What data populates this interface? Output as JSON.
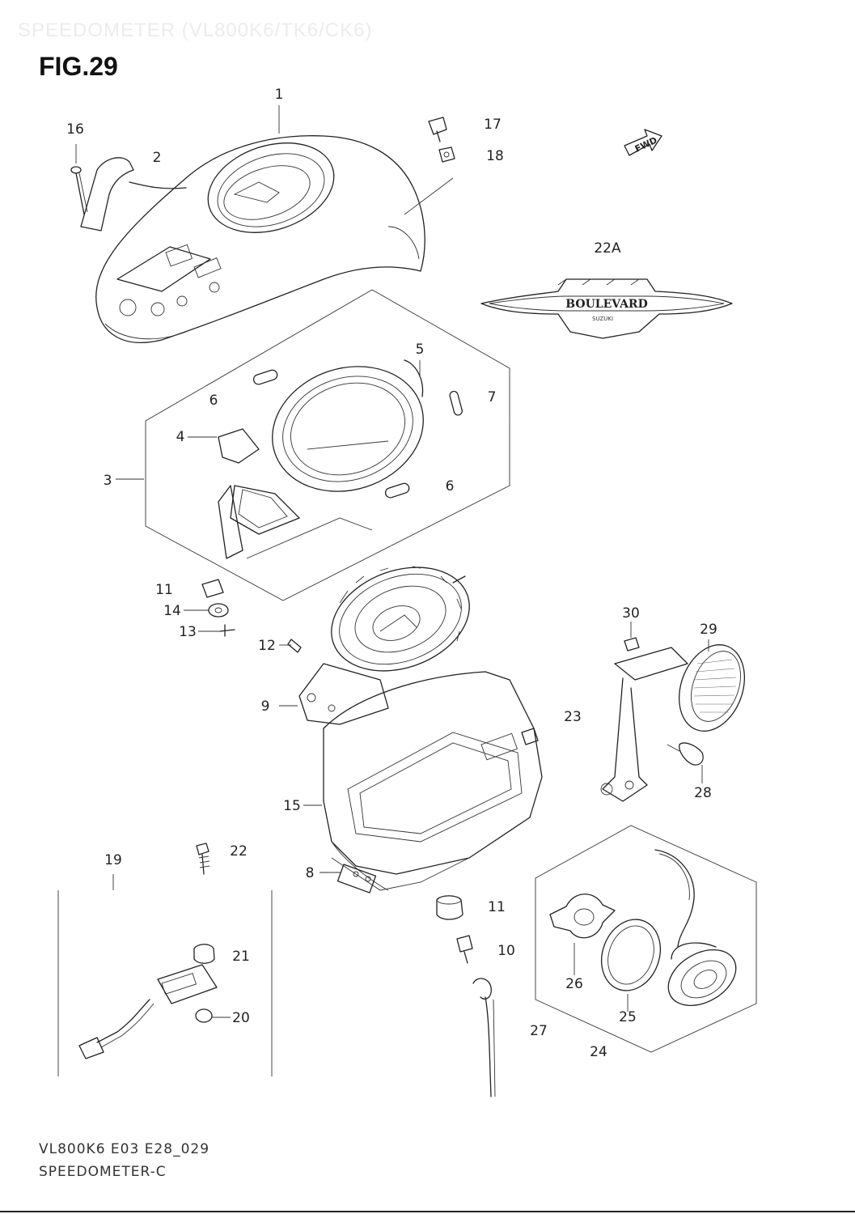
{
  "header": {
    "faded_title": "SPEEDOMETER (VL800K6/TK6/CK6)",
    "figure": "FIG.29"
  },
  "fwd_badge": "FWD",
  "emblem_text": "BOULEVARD",
  "emblem_subtext": "SUZUKI",
  "callouts": {
    "c1": "1",
    "c2": "2",
    "c3": "3",
    "c4": "4",
    "c5": "5",
    "c6a": "6",
    "c6b": "6",
    "c7": "7",
    "c8": "8",
    "c9": "9",
    "c10": "10",
    "c11a": "11",
    "c11b": "11",
    "c12": "12",
    "c13": "13",
    "c14": "14",
    "c15": "15",
    "c16": "16",
    "c17": "17",
    "c18": "18",
    "c19": "19",
    "c20": "20",
    "c21": "21",
    "c22": "22",
    "c22a": "22A",
    "c23": "23",
    "c24": "24",
    "c25": "25",
    "c26": "26",
    "c27": "27",
    "c28": "28",
    "c29": "29",
    "c30": "30"
  },
  "footer": {
    "code": "VL800K6 E03 E28_029",
    "name": "SPEEDOMETER-C"
  }
}
